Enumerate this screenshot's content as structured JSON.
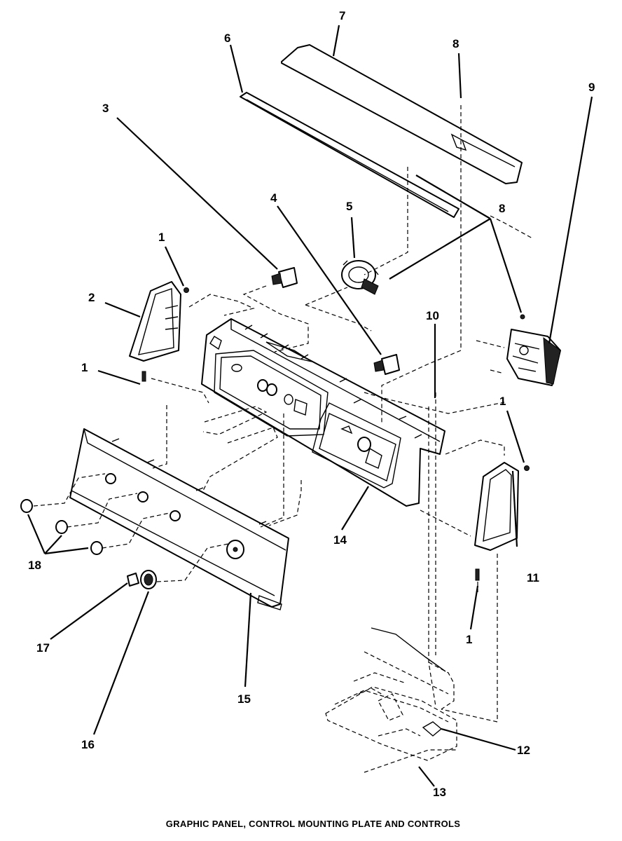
{
  "diagram": {
    "caption": "GRAPHIC PANEL, CONTROL MOUNTING PLATE AND CONTROLS",
    "callouts": [
      {
        "id": "c1a",
        "text": "1"
      },
      {
        "id": "c1b",
        "text": "1"
      },
      {
        "id": "c1c",
        "text": "1"
      },
      {
        "id": "c1d",
        "text": "1"
      },
      {
        "id": "c2",
        "text": "2"
      },
      {
        "id": "c3",
        "text": "3"
      },
      {
        "id": "c4",
        "text": "4"
      },
      {
        "id": "c5",
        "text": "5"
      },
      {
        "id": "c6",
        "text": "6"
      },
      {
        "id": "c7",
        "text": "7"
      },
      {
        "id": "c8a",
        "text": "8"
      },
      {
        "id": "c8b",
        "text": "8"
      },
      {
        "id": "c9",
        "text": "9"
      },
      {
        "id": "c10",
        "text": "10"
      },
      {
        "id": "c11",
        "text": "11"
      },
      {
        "id": "c12",
        "text": "12"
      },
      {
        "id": "c13",
        "text": "13"
      },
      {
        "id": "c14",
        "text": "14"
      },
      {
        "id": "c15",
        "text": "15"
      },
      {
        "id": "c16",
        "text": "16"
      },
      {
        "id": "c17",
        "text": "17"
      },
      {
        "id": "c18",
        "text": "18"
      }
    ]
  }
}
